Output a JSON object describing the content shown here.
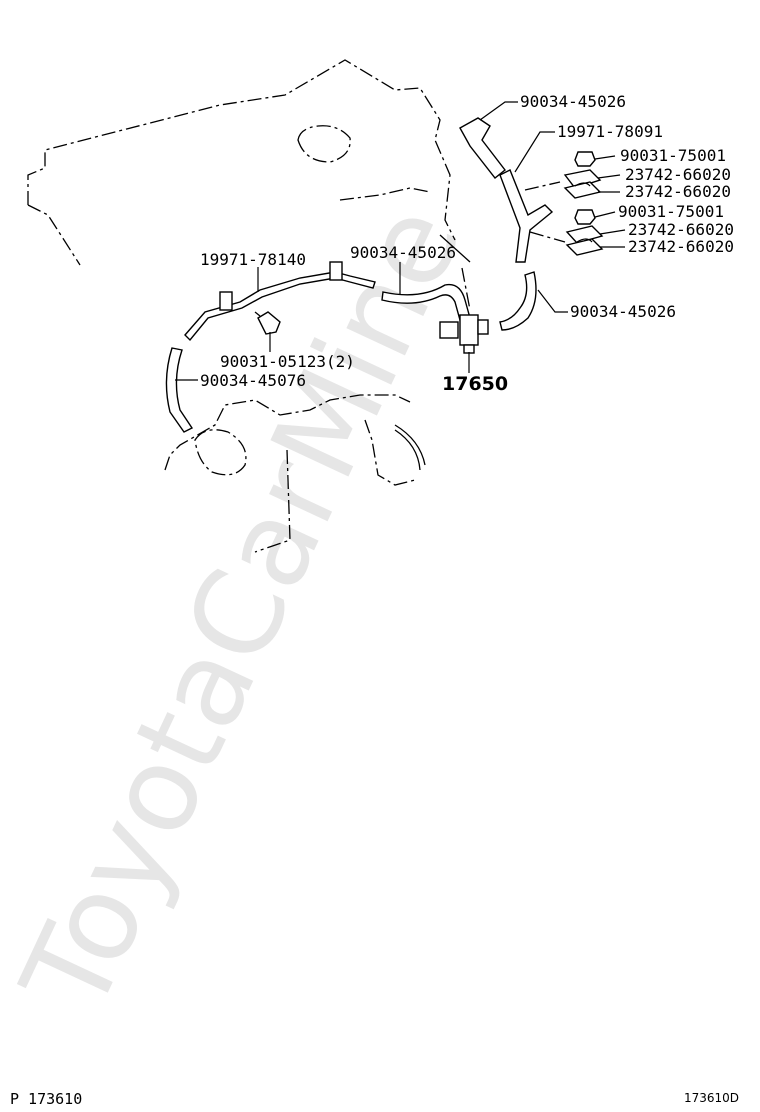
{
  "watermark": "ToyotaCarMine",
  "parts": {
    "hose_top": "90034-45026",
    "pipe_right": "19971-78091",
    "nut_upper": "90031-75001",
    "clamp_upper_a": "23742-66020",
    "clamp_upper_b": "23742-66020",
    "nut_lower": "90031-75001",
    "clamp_lower_a": "23742-66020",
    "clamp_lower_b": "23742-66020",
    "pipe_left": "19971-78140",
    "hose_middle": "90034-45026",
    "hose_right": "90034-45026",
    "bolt": "90031-05123(2)",
    "hose_left": "90034-45076",
    "valve": "17650"
  },
  "footer": {
    "page_ref": "P 173610",
    "figure_id": "173610D"
  }
}
